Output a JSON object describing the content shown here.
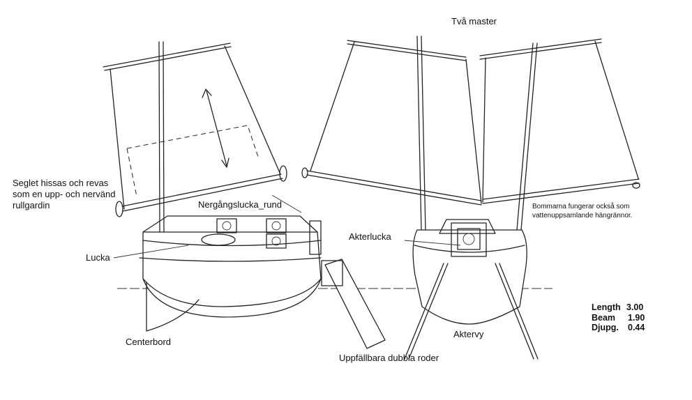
{
  "labels": {
    "title_two_masts": "Två master",
    "sail_hoist": [
      "Seglet hissas och revas",
      "som en upp- och nervänd",
      "rullgardin"
    ],
    "hatch_round": "Nergångslucka_rund",
    "hatch": "Lucka",
    "centerboard": "Centerbord",
    "rudders": "Uppfällbara dubbla roder",
    "aft_hatch": "Akterlucka",
    "aft_view": "Aktervy",
    "booms_note": [
      "Bommarna fungerar också som",
      "vattenuppsamlande hängrännor."
    ]
  },
  "specs": [
    {
      "name": "Length",
      "value": "3.00"
    },
    {
      "name": "Beam",
      "value": "1.90"
    },
    {
      "name": "Djupg.",
      "value": "0.44"
    }
  ]
}
